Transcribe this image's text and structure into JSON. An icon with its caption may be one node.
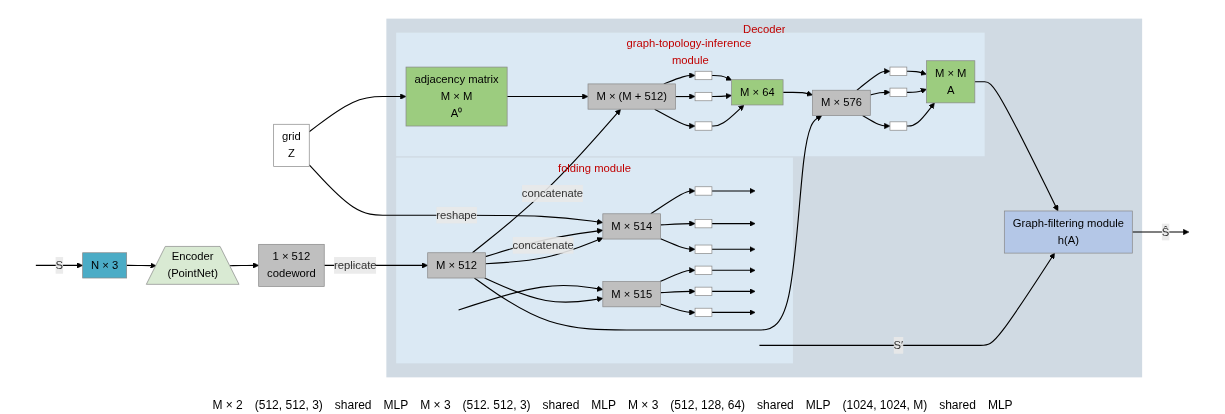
{
  "diagram": {
    "nodes": [
      {
        "text": [
          "Decoder"
        ]
      },
      {
        "text": [
          "folding module"
        ],
        "in": 0
      },
      {
        "text": [
          "Graph-filtering module",
          "h(A)"
        ],
        "in": 0
      },
      {
        "text": [
          "graph-topology-inference module"
        ],
        "in": 0
      },
      {
        "text": [
          "N × 3"
        ]
      },
      {
        "text": [
          "Encoder",
          "(PointNet)"
        ]
      },
      {
        "text": [
          "1 × 512",
          "codeword"
        ]
      },
      {
        "text": [
          "M × 512"
        ],
        "in": 1
      },
      {
        "text": [
          "M × 514"
        ],
        "in": 1
      },
      {
        "text": [],
        "shape": "bar",
        "in": 1
      },
      {
        "text": [],
        "shape": "bar",
        "in": 1
      },
      {
        "text": [],
        "shape": "bar",
        "in": 1
      },
      {
        "text": [
          "M × 515"
        ],
        "in": 1
      },
      {
        "text": [],
        "shape": "bar",
        "in": 1
      },
      {
        "text": [],
        "shape": "bar",
        "in": 1
      },
      {
        "text": [],
        "shape": "bar",
        "in": 1
      },
      {
        "text": [
          "grid",
          "Z"
        ]
      },
      {
        "text": [
          "adjacency matrix",
          "M × M",
          "A⁰"
        ],
        "in": 3
      },
      {
        "text": [
          "M × (M + 512)"
        ],
        "in": 3
      },
      {
        "text": [],
        "shape": "bar",
        "in": 3
      },
      {
        "text": [],
        "shape": "bar",
        "in": 3
      },
      {
        "text": [],
        "shape": "bar",
        "in": 3
      },
      {
        "text": [
          "M × 64"
        ],
        "in": 3
      },
      {
        "text": [
          "M × 576"
        ],
        "in": 3
      },
      {
        "text": [],
        "shape": "bar",
        "in": 3
      },
      {
        "text": [],
        "shape": "bar",
        "in": 3
      },
      {
        "text": [],
        "shape": "bar",
        "in": 3
      },
      {
        "text": [
          "M × M",
          "A"
        ],
        "in": 3
      }
    ],
    "edges": [
      {
        "from": null,
        "to": 4,
        "arrow": "to",
        "label": "S"
      },
      {
        "from": 4,
        "to": 5,
        "arrow": "to"
      },
      {
        "from": 5,
        "to": 6,
        "arrow": "to"
      },
      {
        "from": 6,
        "to": 7,
        "arrow": "to",
        "label": "replicate"
      },
      {
        "from": 7,
        "to": 8,
        "arrow": "to"
      },
      {
        "from": 7,
        "to": 8,
        "arrow": "to",
        "label": "concatenate"
      },
      {
        "from": 7,
        "to": 12,
        "arrow": "to"
      },
      {
        "from": 16,
        "to": 8,
        "arrow": "to",
        "label": "reshape"
      },
      {
        "from": 8,
        "to": 9,
        "arrow": "to"
      },
      {
        "from": 8,
        "to": 10,
        "arrow": "to"
      },
      {
        "from": 8,
        "to": 11,
        "arrow": "to"
      },
      {
        "from": 9,
        "to": null,
        "arrow": "to"
      },
      {
        "from": 10,
        "to": null,
        "arrow": "to"
      },
      {
        "from": 11,
        "to": null,
        "arrow": "to"
      },
      {
        "from": null,
        "to": 12,
        "arrow": "to"
      },
      {
        "from": 12,
        "to": 13,
        "arrow": "to"
      },
      {
        "from": 12,
        "to": 14,
        "arrow": "to"
      },
      {
        "from": 12,
        "to": 15,
        "arrow": "to"
      },
      {
        "from": 13,
        "to": null,
        "arrow": "to"
      },
      {
        "from": 14,
        "to": null,
        "arrow": "to"
      },
      {
        "from": 15,
        "to": null,
        "arrow": "to"
      },
      {
        "from": null,
        "to": 2,
        "arrow": "to",
        "label": "S′"
      },
      {
        "from": 2,
        "to": null,
        "arrow": "to",
        "label": "Ŝ"
      },
      {
        "from": 16,
        "to": 17,
        "arrow": "to"
      },
      {
        "from": 17,
        "to": 18,
        "arrow": "to"
      },
      {
        "from": 7,
        "to": 18,
        "arrow": "to",
        "label": "concatenate"
      },
      {
        "from": 7,
        "to": 23,
        "arrow": "to"
      },
      {
        "from": 18,
        "to": 19,
        "arrow": "to"
      },
      {
        "from": 18,
        "to": 20,
        "arrow": "to"
      },
      {
        "from": 18,
        "to": 21,
        "arrow": "to"
      },
      {
        "from": 19,
        "to": 22,
        "arrow": "to"
      },
      {
        "from": 20,
        "to": 22,
        "arrow": "to"
      },
      {
        "from": 21,
        "to": 22,
        "arrow": "to"
      },
      {
        "from": 22,
        "to": 23,
        "arrow": "to"
      },
      {
        "from": 23,
        "to": 24,
        "arrow": "to"
      },
      {
        "from": 23,
        "to": 25,
        "arrow": "to"
      },
      {
        "from": 23,
        "to": 26,
        "arrow": "to"
      },
      {
        "from": 24,
        "to": 27,
        "arrow": "to"
      },
      {
        "from": 25,
        "to": 27,
        "arrow": "to"
      },
      {
        "from": 26,
        "to": 27,
        "arrow": "to"
      },
      {
        "from": 27,
        "to": 2,
        "arrow": "to"
      }
    ],
    "labels": [
      "M × 2",
      "(512, 512, 3)",
      "shared",
      "MLP",
      "M × 3",
      "(512. 512, 3)",
      "shared",
      "MLP",
      "M × 3",
      "(512, 128, 64)",
      "shared",
      "MLP",
      "(1024, 1024, M)",
      "shared",
      "MLP"
    ]
  }
}
